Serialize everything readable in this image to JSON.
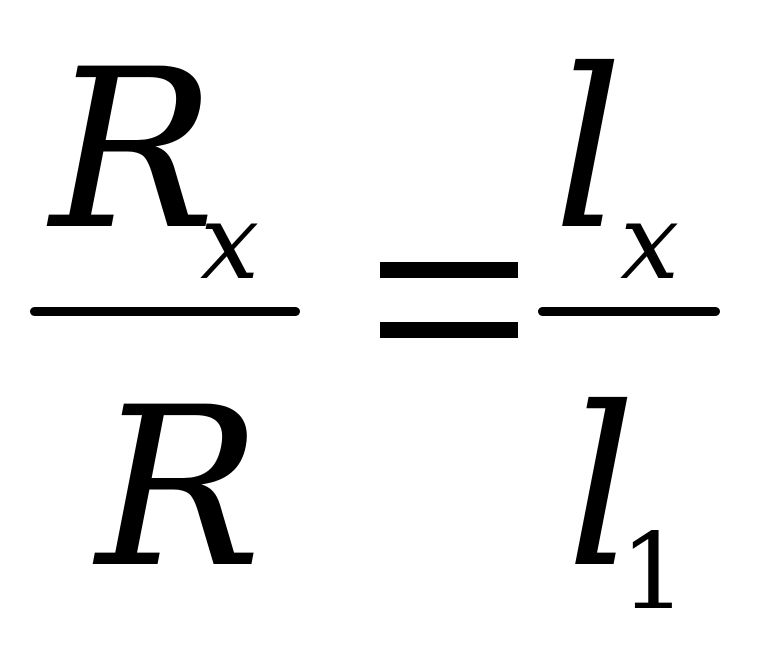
{
  "equation": {
    "left": {
      "numerator": {
        "main": "R",
        "subscript": "x"
      },
      "denominator": {
        "main": "R"
      }
    },
    "operator": "=",
    "right": {
      "numerator": {
        "main": "l",
        "subscript": "x"
      },
      "denominator": {
        "main": "l",
        "subscript": "1"
      }
    }
  }
}
